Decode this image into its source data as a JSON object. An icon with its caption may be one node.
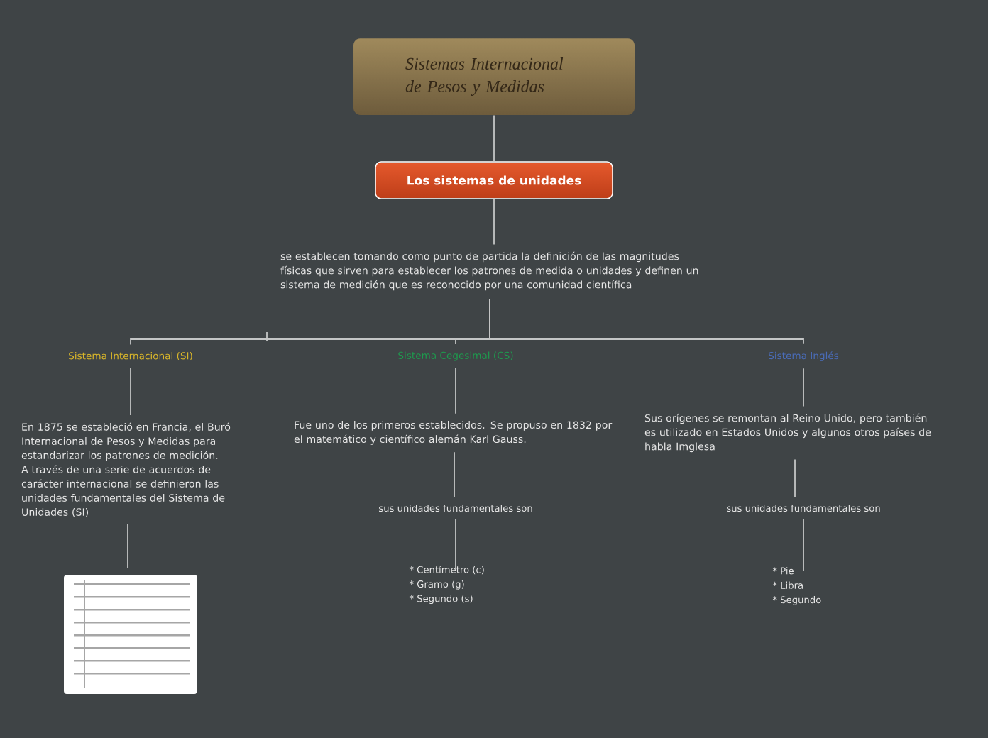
{
  "diagram": {
    "nodes": [
      {
        "text": [
          "Sistemas Internacional de Pesos y Medidas"
        ]
      },
      {
        "text": [
          "Los sistemas de unidades"
        ]
      },
      {
        "text": [
          "se establecen tomando como punto de partida la definición de las magnitudes físicas que sirven para establecer los patrones de medida o unidades y definen un sistema de medición que es reconocido por una comunidad científica"
        ]
      },
      {
        "text": [
          "Sistema Internacional (SI)"
        ]
      },
      {
        "text": [
          "En 1875 se estableció en Francia, el Buró Internacional de Pesos y Medidas para estandarizar los patrones de medición. A través de una serie de acuerdos de carácter internacional se definieron las unidades fundamentales del Sistema de Unidades (SI)"
        ]
      },
      {
        "text": [],
        "shape": "picture"
      },
      {
        "text": [
          "Sistema Cegesimal (CS)"
        ]
      },
      {
        "text": [
          "Fue uno de los primeros establecidos. Se propuso en 1832 por el matemático y científico alemán Karl Gauss."
        ]
      },
      {
        "text": [
          "sus unidades fundamentales son"
        ]
      },
      {
        "text": [
          "* Centímetro (c)",
          "* Gramo (g)",
          "* Segundo (s)"
        ]
      },
      {
        "text": [
          "Sistema Inglés"
        ]
      },
      {
        "text": [
          "Sus orígenes se remontan al Reino Unido, pero también es utilizado en Estados Unidos y algunos otros países de habla Imglesa"
        ]
      },
      {
        "text": [
          "sus unidades fundamentales son"
        ]
      },
      {
        "text": [
          "* Pie",
          "* Libra",
          "* Segundo"
        ]
      }
    ],
    "edges": [
      {
        "from": 0,
        "to": 1,
        "arrow": "none"
      },
      {
        "from": 1,
        "to": 2,
        "arrow": "none"
      },
      {
        "from": 2,
        "to": 3,
        "arrow": "none"
      },
      {
        "from": 2,
        "to": 6,
        "arrow": "none"
      },
      {
        "from": 2,
        "to": 10,
        "arrow": "none"
      },
      {
        "from": 3,
        "to": 4,
        "arrow": "none"
      },
      {
        "from": 4,
        "to": 5,
        "arrow": "none"
      },
      {
        "from": 6,
        "to": 7,
        "arrow": "none"
      },
      {
        "from": 7,
        "to": 8,
        "arrow": "none"
      },
      {
        "from": 8,
        "to": 9,
        "arrow": "none"
      },
      {
        "from": 10,
        "to": 11,
        "arrow": "none"
      },
      {
        "from": 11,
        "to": 12,
        "arrow": "none"
      },
      {
        "from": 12,
        "to": 13,
        "arrow": "none"
      }
    ]
  }
}
